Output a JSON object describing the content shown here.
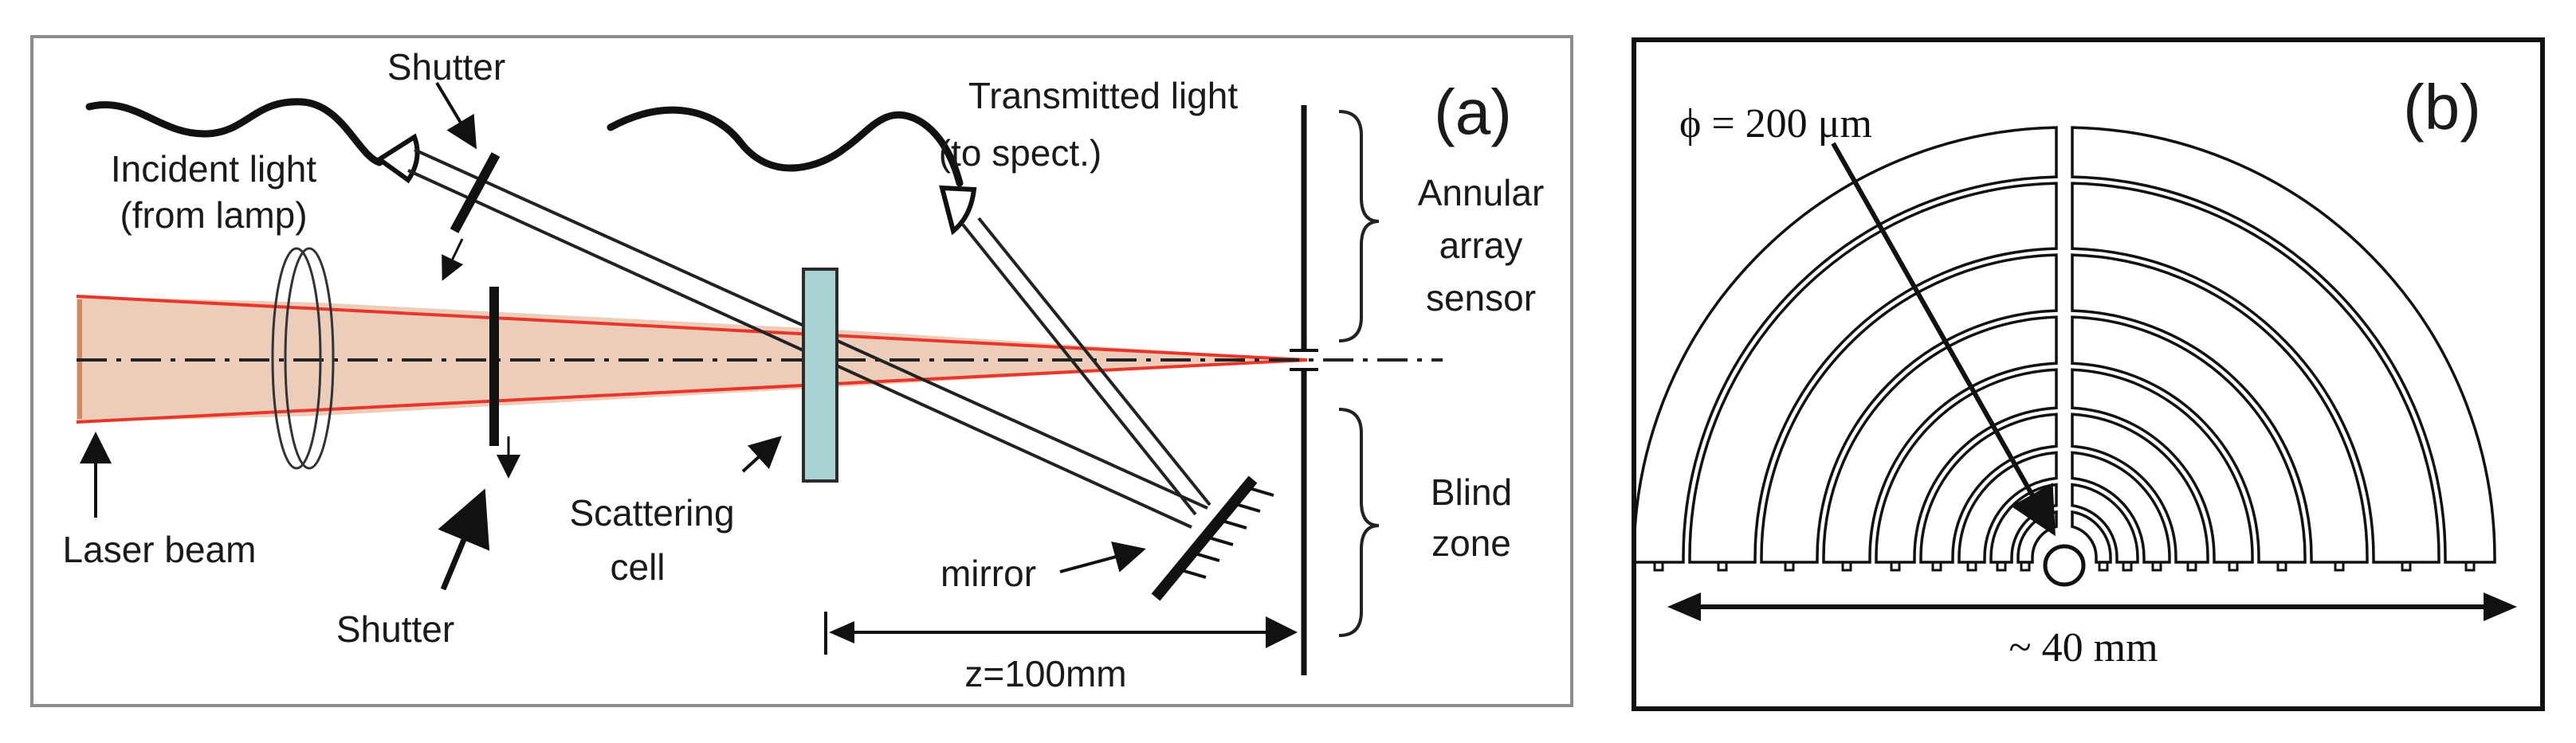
{
  "panel_a": {
    "tag": "(a)",
    "labels": {
      "shutter_top": "Shutter",
      "incident_1": "Incident light",
      "incident_2": "(from lamp)",
      "transmitted_1": "Transmitted light",
      "transmitted_2": "(to spect.)",
      "annular_1": "Annular",
      "annular_2": "array",
      "annular_3": "sensor",
      "blind_1": "Blind",
      "blind_2": "zone",
      "laser": "Laser beam",
      "shutter_bottom": "Shutter",
      "scattering_1": "Scattering",
      "scattering_2": "cell",
      "mirror": "mirror",
      "distance": "z=100mm"
    }
  },
  "panel_b": {
    "tag": "(b)",
    "diameter": "ϕ = 200 μm",
    "width": "~ 40 mm"
  },
  "colors": {
    "beam_fill": "#e9c8b3",
    "beam_edge": "#e8372a",
    "cell_fill": "#a9d3d3"
  }
}
